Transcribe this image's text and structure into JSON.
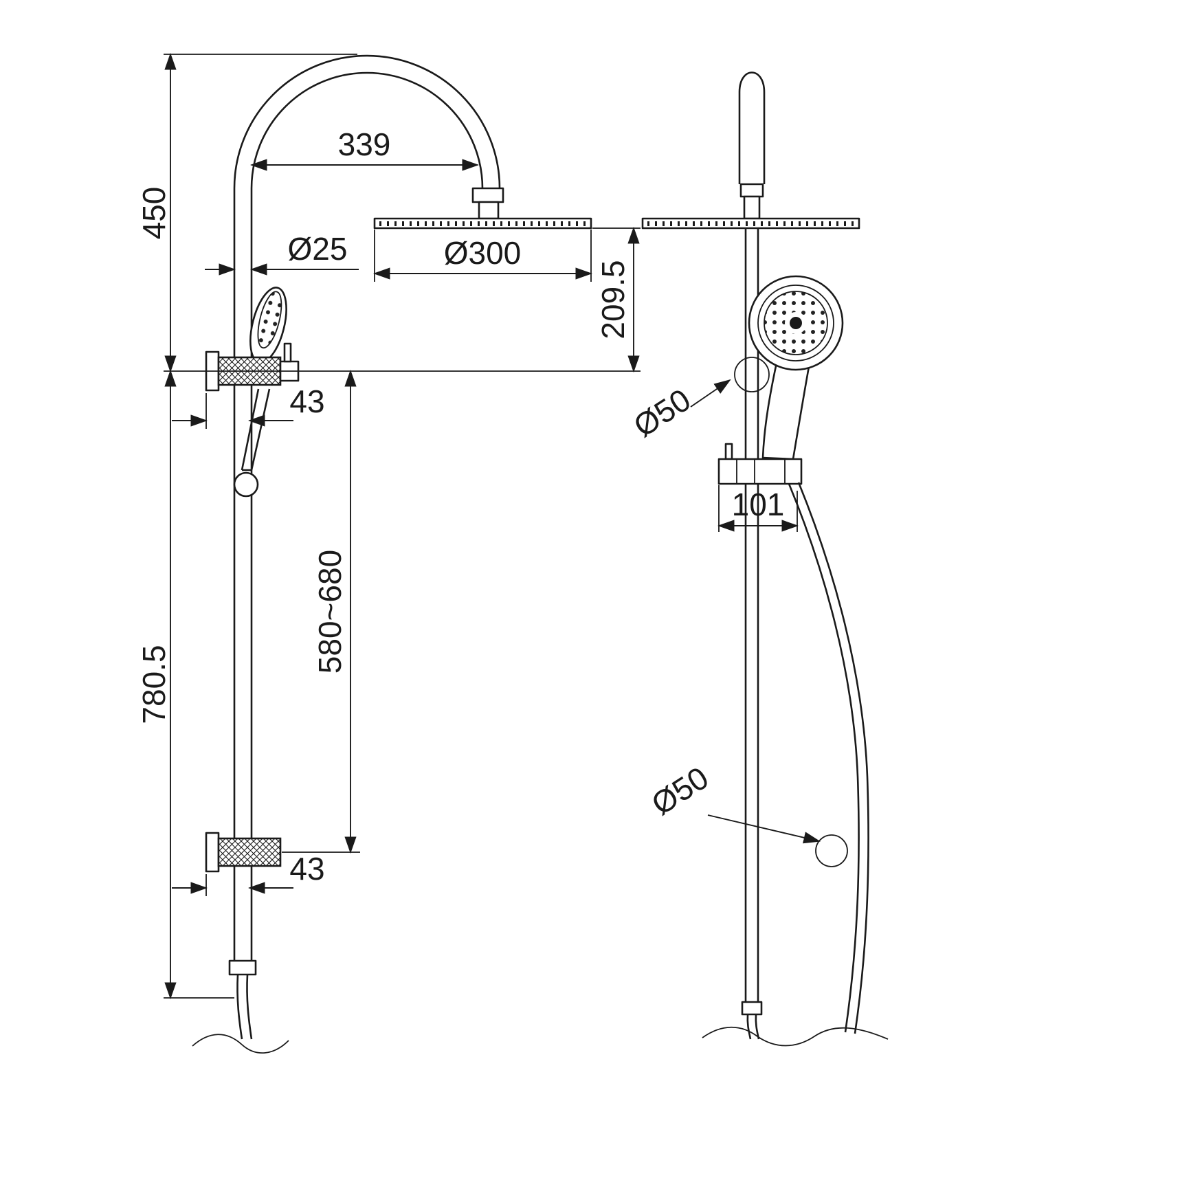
{
  "colors": {
    "line": "#1a1a1a",
    "background": "#ffffff"
  },
  "dims": {
    "d450": "450",
    "d339": "339",
    "dia25": "Ø25",
    "dia300": "Ø300",
    "d209_5": "209.5",
    "d43_top": "43",
    "d580_680": "580~680",
    "d780_5": "780.5",
    "d43_bottom": "43",
    "dia50_top": "Ø50",
    "d101": "101",
    "dia50_bottom": "Ø50"
  }
}
